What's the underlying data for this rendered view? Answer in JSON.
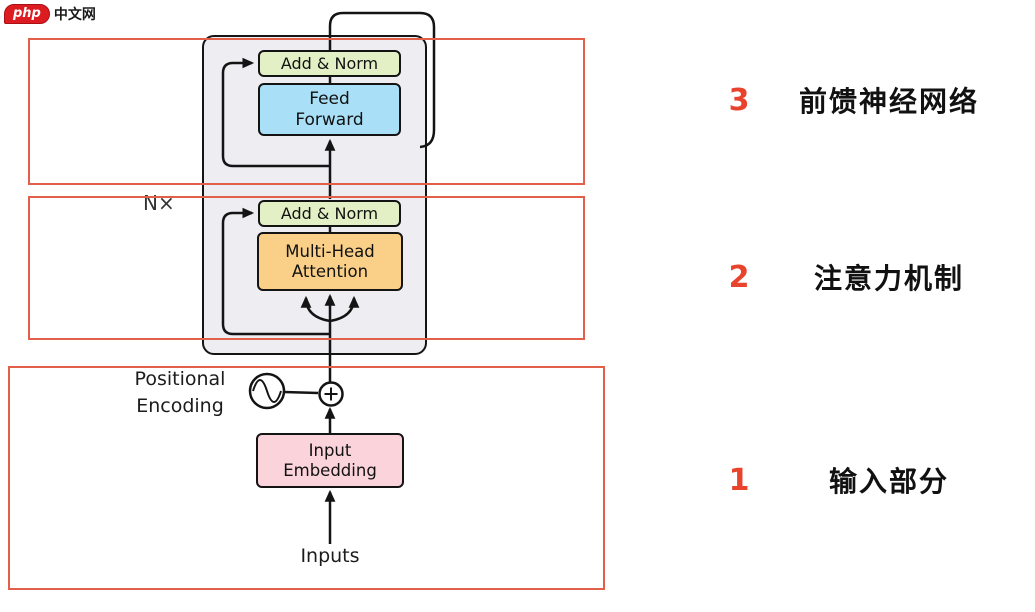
{
  "logo": {
    "brand": "php",
    "suffix": "中文网"
  },
  "diagram": {
    "encoder": {
      "add_norm_top": "Add & Norm",
      "feed_forward": "Feed Forward",
      "add_norm_mid": "Add & Norm",
      "multi_head_attention": "Multi-Head Attention"
    },
    "repeat_label": "N×",
    "positional_encoding": "Positional Encoding",
    "input_embedding": "Input Embedding",
    "inputs": "Inputs",
    "icons": {
      "positional_encoding_symbol": "sine-wave-in-circle",
      "combine_symbol": "plus-in-circle"
    },
    "colors": {
      "add_norm_fill": "#e3f0c6",
      "feed_forward_fill": "#a9e0f7",
      "attention_fill": "#fad089",
      "embedding_fill": "#fbd3db",
      "encoder_fill": "#ededf2",
      "line": "#141414"
    }
  },
  "annotations": {
    "highlight_color": "#e2604a",
    "number_color": "#e8432d",
    "items": [
      {
        "number": "3",
        "label": "前馈神经网络"
      },
      {
        "number": "2",
        "label": "注意力机制"
      },
      {
        "number": "1",
        "label": "输入部分"
      }
    ]
  }
}
